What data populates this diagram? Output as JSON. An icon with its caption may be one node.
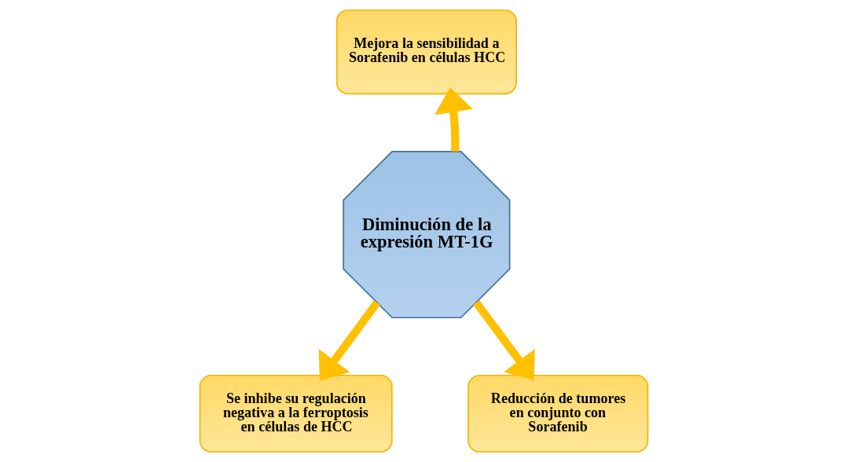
{
  "diagram": {
    "nodes": [
      {
        "text": [
          "Diminución de la expresión MT-1G"
        ]
      },
      {
        "text": [
          "Mejora la sensibilidad a Sorafenib en células HCC"
        ]
      },
      {
        "text": [
          "Se inhibe su regulación negativa a la ferroptosis en células de HCC"
        ]
      },
      {
        "text": [
          "Reducción de tumores en conjunto con Sorafenib"
        ]
      }
    ],
    "edges": [
      {
        "from": 0,
        "to": 1,
        "arrow": "to"
      },
      {
        "from": 0,
        "to": 2,
        "arrow": "to"
      },
      {
        "from": 0,
        "to": 3,
        "arrow": "to"
      }
    ]
  }
}
